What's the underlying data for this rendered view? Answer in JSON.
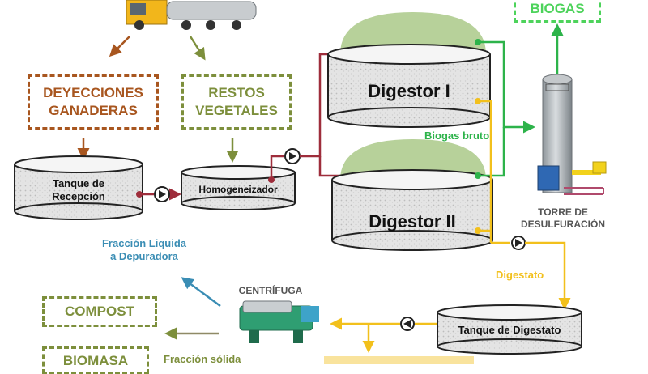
{
  "boxes": {
    "deyecciones": "DEYECCIONES\nGANADERAS",
    "restos": "RESTOS\nVEGETALES",
    "biogas": "BIOGAS",
    "compost": "COMPOST",
    "biomasa": "BIOMASA"
  },
  "tanks": {
    "recepcion": "Tanque de\nRecepción",
    "homogeneizador": "Homogeneizador",
    "digestor1": "Digestor I",
    "digestor2": "Digestor II",
    "digestato": "Tanque de Digestato"
  },
  "labels": {
    "biogas_bruto": "Biogas bruto",
    "torre": "TORRE DE\nDESULFURACIÓN",
    "digestato_flow": "Digestato",
    "centrifuga": "CENTRÍFUGA",
    "fraccion_liquida": "Fracción Liquida\na Depuradora",
    "fraccion_solida": "Fracción sólida"
  },
  "colors": {
    "brown": "#a8561f",
    "olive": "#7d8f3c",
    "green": "#2db34a",
    "bright_green": "#4dd35b",
    "yellow": "#f2c01c",
    "maroon": "#9e2d3b",
    "blue": "#3a8db4",
    "dome": "#b7d19a"
  }
}
